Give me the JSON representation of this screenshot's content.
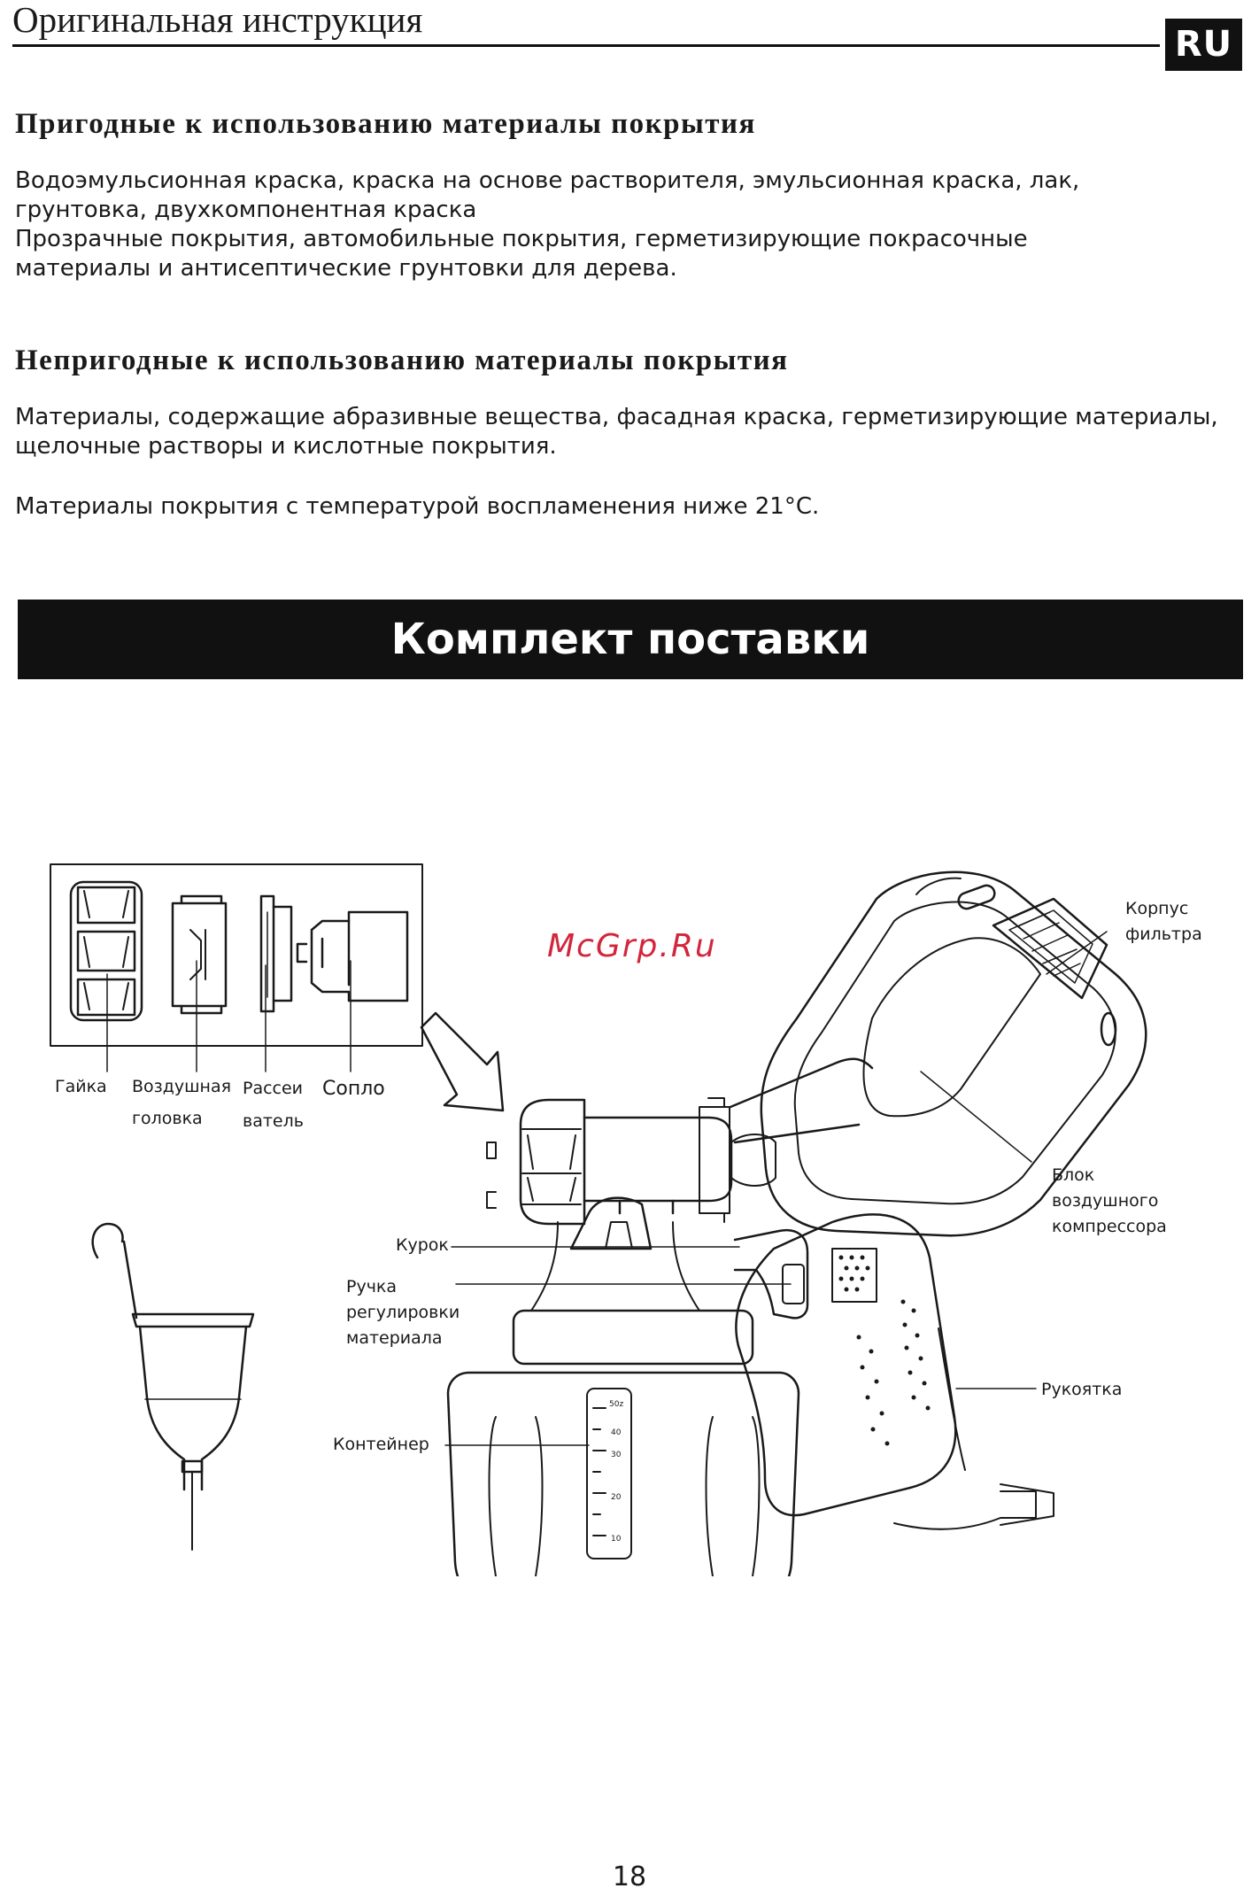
{
  "header": {
    "title": "Оригинальная инструкция",
    "lang": "RU"
  },
  "suitable": {
    "heading": "Пригодные к использованию материалы покрытия",
    "lines": [
      "Водоэмульсионная краска, краска на основе растворителя, эмульсионная краска, лак,",
      "грунтовка, двухкомпонентная краска",
      "Прозрачные покрытия, автомобильные покрытия, герметизирующие покрасочные",
      "материалы и антисептические грунтовки для дерева."
    ]
  },
  "unsuitable": {
    "heading": "Непригодные к использованию материалы покрытия",
    "lines": [
      "Материалы, содержащие абразивные вещества, фасадная краска, герметизирующие материалы,",
      "щелочные растворы и кислотные покрытия."
    ],
    "note": "Материалы покрытия с температурой воспламенения ниже 21°C."
  },
  "banner": {
    "title": "Комплект поставки"
  },
  "labels": {
    "nut": "Гайка",
    "air_head_1": "Воздушная",
    "air_head_2": "головка",
    "diffuser_1": "Рассеи",
    "diffuser_2": "ватель",
    "nozzle": "Сопло",
    "filter_1": "Корпус",
    "filter_2": "фильтра",
    "compressor_1": "Блок",
    "compressor_2": "воздушного",
    "compressor_3": "компрессора",
    "trigger": "Курок",
    "knob_1": "Ручка",
    "knob_2": "регулировки",
    "knob_3": "материала",
    "handle": "Рукоятка",
    "container": "Контейнер"
  },
  "container_scale": [
    "10",
    "20",
    "30",
    "40",
    "50z"
  ],
  "watermark": "McGrp.Ru",
  "page_number": "18"
}
